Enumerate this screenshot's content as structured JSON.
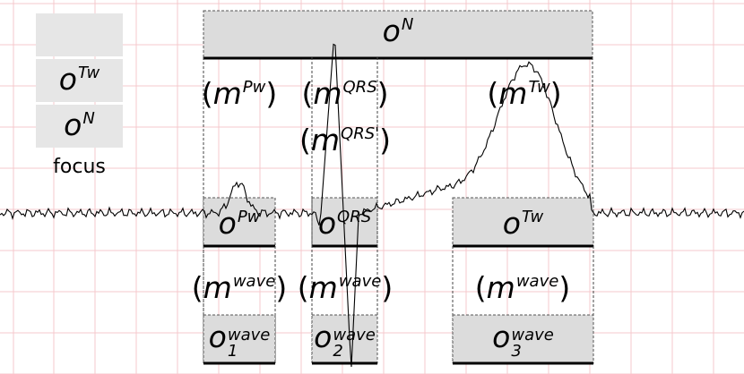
{
  "legend": {
    "swatch_labels": [
      {
        "base": "o",
        "sup": "Tw"
      },
      {
        "base": "o",
        "sup": "N"
      }
    ],
    "focus_label": "focus"
  },
  "boxes": {
    "top": {
      "base": "o",
      "sup": "N"
    },
    "pw": {
      "base": "o",
      "sup": "Pw"
    },
    "qrs": {
      "base": "o",
      "sup": "QRS"
    },
    "tw": {
      "base": "o",
      "sup": "Tw"
    },
    "wave1": {
      "base": "o",
      "sup": "wave",
      "sub": "1"
    },
    "wave2": {
      "base": "o",
      "sup": "wave",
      "sub": "2"
    },
    "wave3": {
      "base": "o",
      "sup": "wave",
      "sub": "3"
    }
  },
  "models": {
    "pw": {
      "base": "m",
      "sup": "Pw"
    },
    "qrs": {
      "base": "m",
      "sup": "QRS"
    },
    "qrs_alt": {
      "base": "m",
      "sup": "QRS'"
    },
    "tw": {
      "base": "m",
      "sup": "Tw"
    },
    "wave_a": {
      "base": "m",
      "sup": "wave"
    },
    "wave_b": {
      "base": "m",
      "sup": "wave"
    },
    "wave_c": {
      "base": "m",
      "sup": "wave"
    }
  },
  "colors": {
    "grid": "#f6c8cc",
    "box_fill": "#dcdcdc",
    "legend_fill": "#e6e6e6",
    "signal": "#000000"
  }
}
